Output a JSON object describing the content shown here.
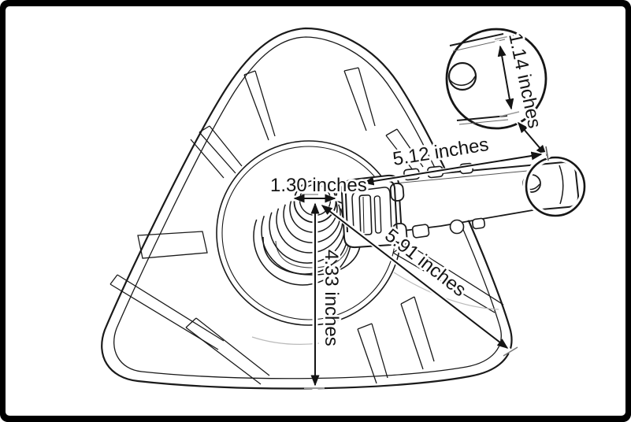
{
  "figure": {
    "style": "technical line drawing",
    "ink_color": "#1a1a1a",
    "background_color": "#ffffff",
    "frame_color": "#000000",
    "halo_color": "#ffffff"
  },
  "dimensions": {
    "opening_diameter": {
      "label": "1.30 inches",
      "value": 1.3,
      "unit": "inches",
      "orientation": "horizontal"
    },
    "arm_length": {
      "label": "5.12 inches",
      "value": 5.12,
      "unit": "inches",
      "orientation": "diagonal"
    },
    "center_to_corner": {
      "label": "5.91 inches",
      "value": 5.91,
      "unit": "inches",
      "orientation": "diagonal"
    },
    "center_to_edge": {
      "label": "4.33 inches",
      "value": 4.33,
      "unit": "inches",
      "orientation": "vertical"
    },
    "arm_width": {
      "label": "1.14 inches",
      "value": 1.14,
      "unit": "inches",
      "orientation": "vertical"
    }
  }
}
